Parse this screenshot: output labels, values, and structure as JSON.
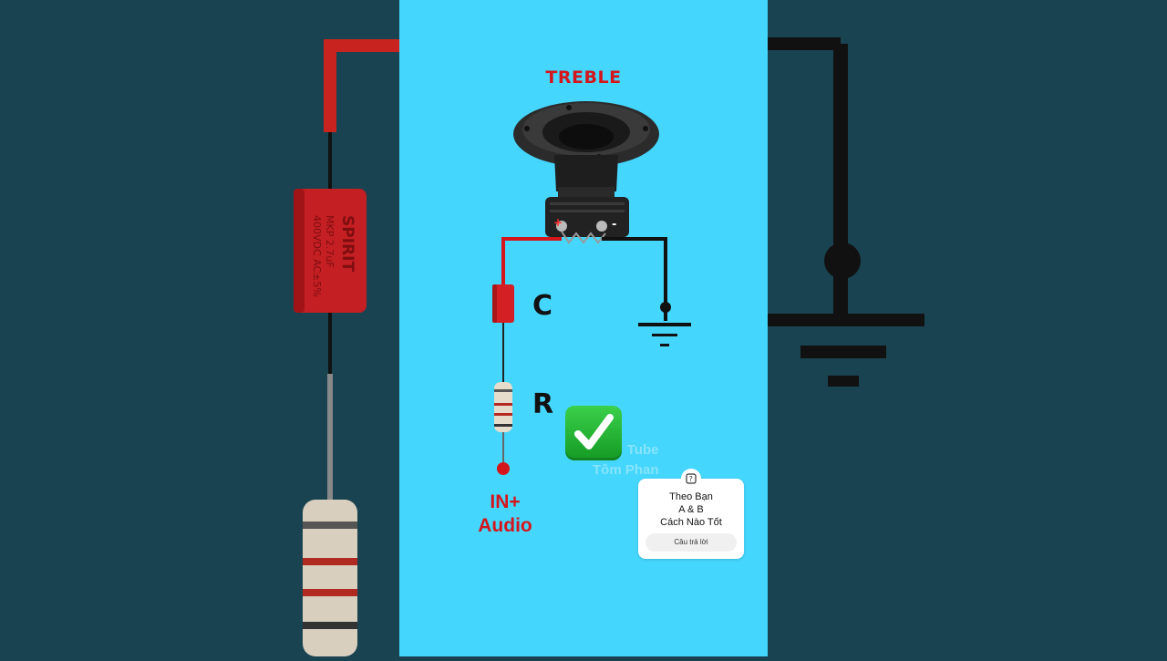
{
  "diagram": {
    "title": "TREBLE",
    "capacitor_label": "C",
    "resistor_label": "R",
    "terminal_plus": "+",
    "terminal_minus": "-",
    "input_label": {
      "line1": "IN+",
      "line2": "Audio"
    },
    "capacitor_print": [
      "SPIRIT",
      "MKP 2.7uF",
      "400VDC AC±5%"
    ],
    "status_icon": "green-check-icon"
  },
  "watermark": {
    "line1": "Tube",
    "line2": "Tôm Phan"
  },
  "question_card": {
    "icon": "question-mark-icon",
    "lines": [
      "Theo Bạn",
      "A & B",
      "Cách Nào Tốt"
    ],
    "answer_button": "Câu trả lời"
  },
  "colors": {
    "panel": "#45d6fd",
    "backdrop": "#1a4351",
    "wire_red": "#d4161c",
    "wire_black": "#111111",
    "accent_green": "#1fb33a"
  }
}
